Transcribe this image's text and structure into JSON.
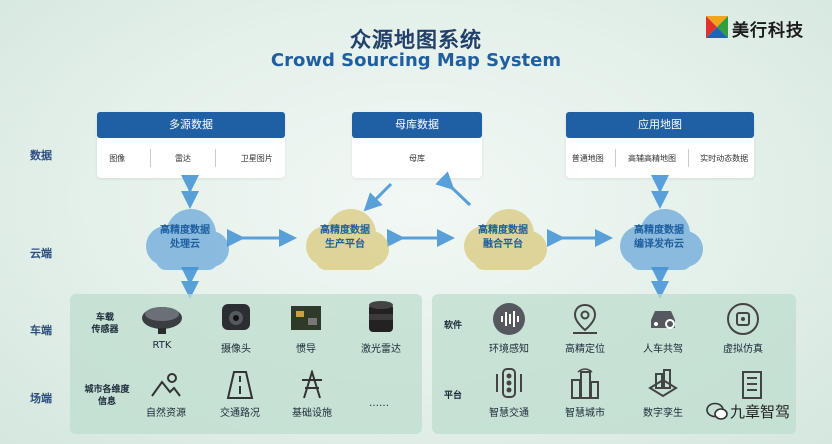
{
  "title": {
    "cn": "众源地图系统",
    "en": "Crowd Sourcing Map System"
  },
  "logo": {
    "text": "美行科技"
  },
  "watermark": {
    "text": "九章智驾"
  },
  "row_labels": {
    "data": "数据",
    "cloud": "云端",
    "vehicle": "车端",
    "scene": "场端"
  },
  "data_cards": [
    {
      "title": "多源数据",
      "items": [
        "图像",
        "雷达",
        "卫星图片"
      ]
    },
    {
      "title": "母库数据",
      "items": [
        "母库"
      ]
    },
    {
      "title": "应用地图",
      "items": [
        "普通地图",
        "高辅高精地图",
        "实时动态数据"
      ]
    }
  ],
  "clouds": [
    {
      "line1": "高精度数据",
      "line2": "处理云",
      "color": "#3f8fd4"
    },
    {
      "line1": "高精度数据",
      "line2": "生产平台",
      "color": "#d9c774"
    },
    {
      "line1": "高精度数据",
      "line2": "融合平台",
      "color": "#d9c774"
    },
    {
      "line1": "高精度数据",
      "line2": "编译发布云",
      "color": "#3f8fd4"
    }
  ],
  "vehicle_panel": {
    "sensor_label_1": "车载",
    "sensor_label_2": "传感器",
    "sensors": [
      "RTK",
      "摄像头",
      "惯导",
      "激光雷达"
    ],
    "city_label_1": "城市各维度",
    "city_label_2": "信息",
    "city_items": [
      "自然资源",
      "交通路况",
      "基础设施",
      "……"
    ]
  },
  "app_panel": {
    "software_label": "软件",
    "software": [
      "环境感知",
      "高精定位",
      "人车共驾",
      "虚拟仿真"
    ],
    "platform_label": "平台",
    "platform": [
      "智慧交通",
      "智慧城市",
      "数字孪生",
      ""
    ]
  },
  "colors": {
    "header_blue": "#1f5fa3",
    "cloud_blue": "#3f8fd4",
    "cloud_gold": "#d9c774",
    "arrow": "#5aa0d8"
  }
}
